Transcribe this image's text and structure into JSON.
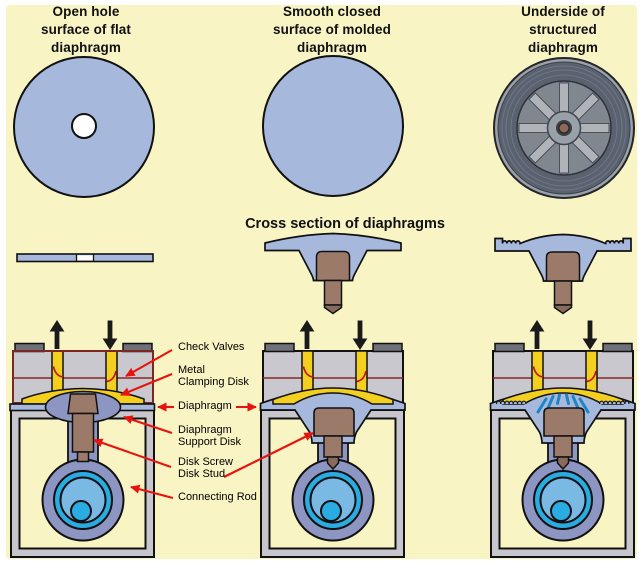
{
  "figure": {
    "background_color": "#f8f4c4",
    "top_views": [
      {
        "title": "Open hole\nsurface of flat\ndiaphragm"
      },
      {
        "title": "Smooth closed\nsurface of molded\ndiaphragm"
      },
      {
        "title": "Underside of\nstructured\ndiaphragm"
      }
    ],
    "cross_section_title": "Cross section of diaphragms",
    "part_labels": {
      "check_valves": "Check Valves",
      "metal_clamping_disk": "Metal\nClamping Disk",
      "diaphragm": "Diaphragm",
      "diaphragm_support_disk": "Diaphragm\nSupport Disk",
      "disk_screw_stud": "Disk Screw\nDisk Stud",
      "connecting_rod": "Connecting Rod"
    },
    "colors": {
      "diaphragm_blue": "#a6b9dc",
      "valve_yellow": "#f3cf1f",
      "label_arrow_red": "#e8130c",
      "rod_slate": "#8d95c2",
      "eccentric_cyan": "#2aabe2",
      "eccentric_light_blue": "#79b9e4",
      "stud_brown": "#9c7a69",
      "housing_gray": "#c6c6cc",
      "head_line_maroon": "#8c2723"
    }
  }
}
